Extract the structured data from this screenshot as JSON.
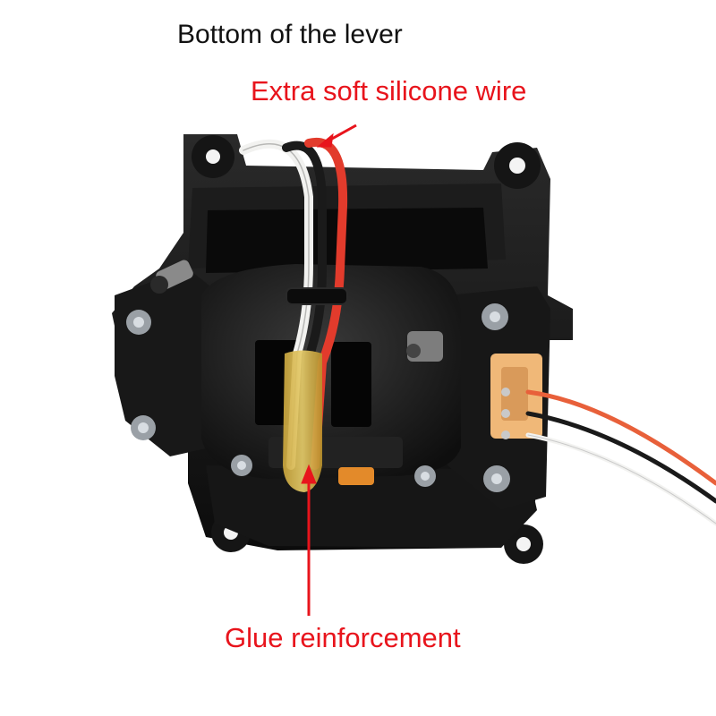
{
  "title": "Bottom of the lever",
  "annotations": {
    "wire": "Extra soft silicone wire",
    "glue": "Glue reinforcement"
  },
  "colors": {
    "annotation": "#e8141c",
    "title": "#111111",
    "housing": "#141414",
    "wire_red": "#e23b2c",
    "wire_white": "#f2f2f0",
    "wire_black": "#1a1a1a",
    "glue": "#d9b84a",
    "connector": "#f0b878"
  }
}
